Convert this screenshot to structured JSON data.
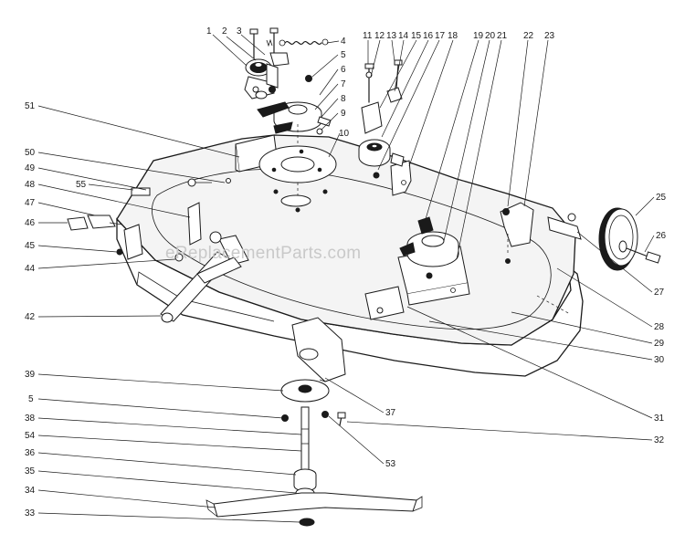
{
  "watermark": "eReplacementParts.com",
  "callouts": [
    {
      "id": "c1",
      "label": "1"
    },
    {
      "id": "c2",
      "label": "2"
    },
    {
      "id": "c3",
      "label": "3"
    },
    {
      "id": "c4",
      "label": "4"
    },
    {
      "id": "c5a",
      "label": "5"
    },
    {
      "id": "c6",
      "label": "6"
    },
    {
      "id": "c7",
      "label": "7"
    },
    {
      "id": "c8",
      "label": "8"
    },
    {
      "id": "c9",
      "label": "9"
    },
    {
      "id": "c10",
      "label": "10"
    },
    {
      "id": "c11",
      "label": "11"
    },
    {
      "id": "c12",
      "label": "12"
    },
    {
      "id": "c13",
      "label": "13"
    },
    {
      "id": "c14",
      "label": "14"
    },
    {
      "id": "c15",
      "label": "15"
    },
    {
      "id": "c16",
      "label": "16"
    },
    {
      "id": "c17",
      "label": "17"
    },
    {
      "id": "c18",
      "label": "18"
    },
    {
      "id": "c19",
      "label": "19"
    },
    {
      "id": "c20",
      "label": "20"
    },
    {
      "id": "c21",
      "label": "21"
    },
    {
      "id": "c22",
      "label": "22"
    },
    {
      "id": "c23",
      "label": "23"
    },
    {
      "id": "c25",
      "label": "25"
    },
    {
      "id": "c26",
      "label": "26"
    },
    {
      "id": "c27",
      "label": "27"
    },
    {
      "id": "c28",
      "label": "28"
    },
    {
      "id": "c29",
      "label": "29"
    },
    {
      "id": "c30",
      "label": "30"
    },
    {
      "id": "c31",
      "label": "31"
    },
    {
      "id": "c32",
      "label": "32"
    },
    {
      "id": "c37",
      "label": "37"
    },
    {
      "id": "c53",
      "label": "53"
    },
    {
      "id": "c51",
      "label": "51"
    },
    {
      "id": "c50",
      "label": "50"
    },
    {
      "id": "c49",
      "label": "49"
    },
    {
      "id": "c55",
      "label": "55"
    },
    {
      "id": "c48",
      "label": "48"
    },
    {
      "id": "c47",
      "label": "47"
    },
    {
      "id": "c46",
      "label": "46"
    },
    {
      "id": "c45",
      "label": "45"
    },
    {
      "id": "c44",
      "label": "44"
    },
    {
      "id": "c42",
      "label": "42"
    },
    {
      "id": "c39",
      "label": "39"
    },
    {
      "id": "c5b",
      "label": "5"
    },
    {
      "id": "c38",
      "label": "38"
    },
    {
      "id": "c54",
      "label": "54"
    },
    {
      "id": "c36",
      "label": "36"
    },
    {
      "id": "c35",
      "label": "35"
    },
    {
      "id": "c34",
      "label": "34"
    },
    {
      "id": "c33",
      "label": "33"
    }
  ]
}
